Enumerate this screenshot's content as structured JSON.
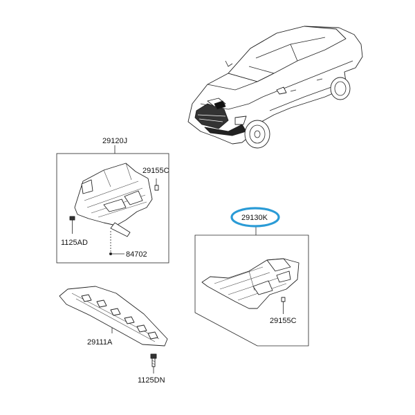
{
  "labels": {
    "lower_cover_assembly": "29120J",
    "right_cover_assembly": "29130K",
    "clip_upper": "29155C",
    "clip_lower": "29155C",
    "bolt_left": "1125AD",
    "screw_lower": "84702",
    "front_cover": "29111A",
    "bolt_bottom": "1125DN"
  },
  "highlight_color": "#2a9bd6",
  "ink_color": "#222222"
}
